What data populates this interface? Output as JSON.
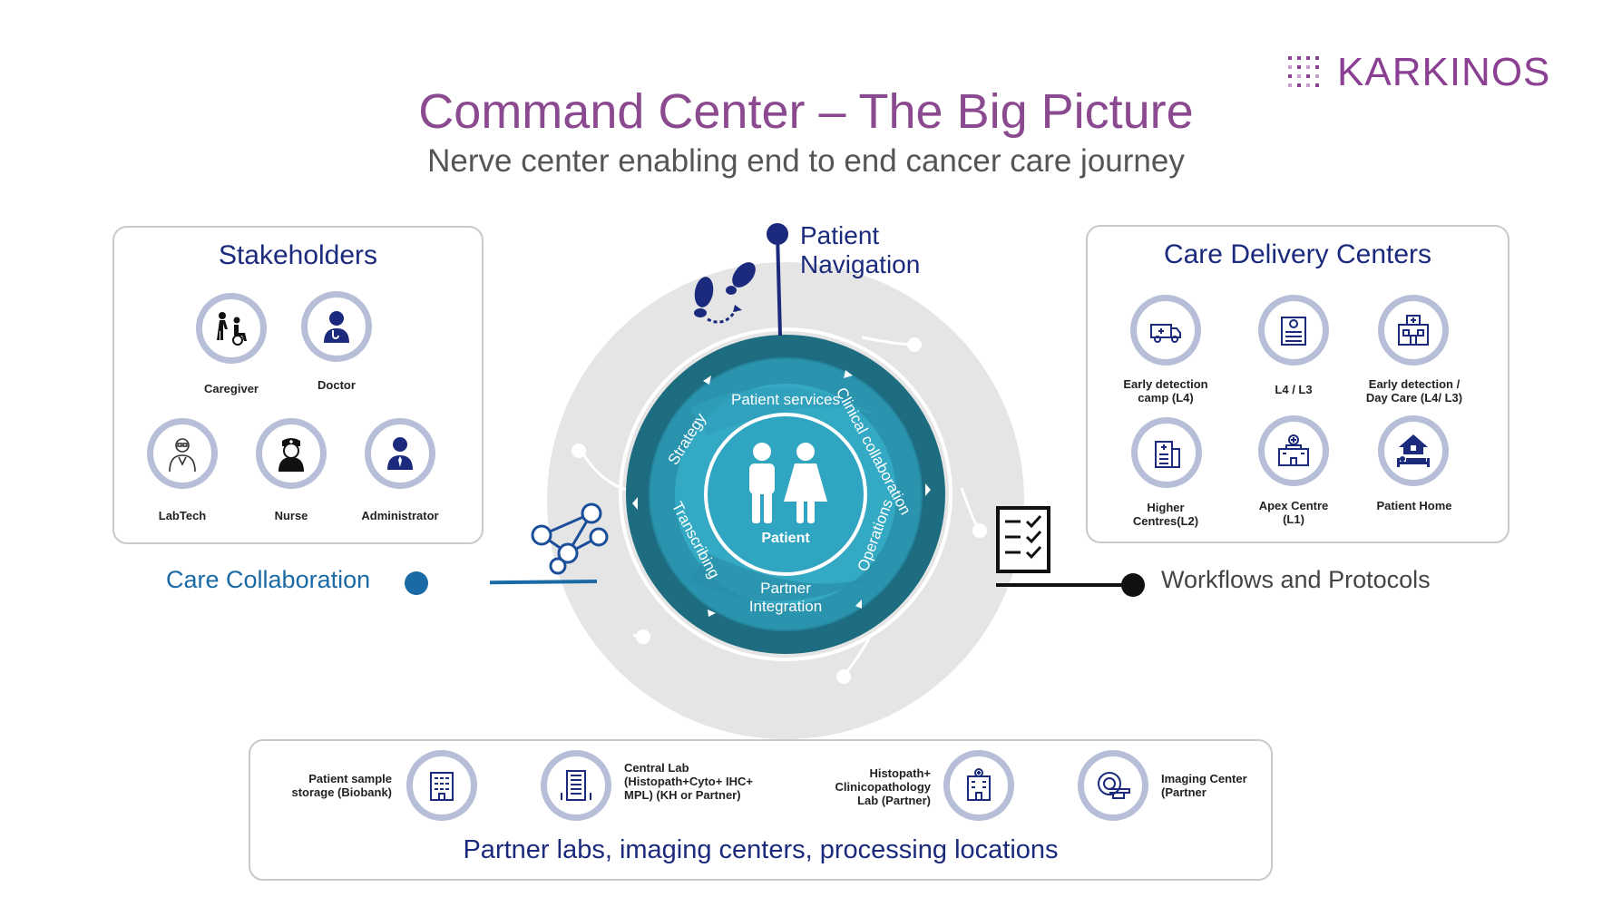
{
  "brand": {
    "name": "KARKINOS",
    "color": "#8a3f93"
  },
  "header": {
    "title": "Command Center – The Big Picture",
    "subtitle": "Nerve center enabling end to end cancer care journey"
  },
  "stakeholders": {
    "title": "Stakeholders",
    "items": [
      {
        "label": "Caregiver",
        "icon": "caregiver-wheelchair-icon"
      },
      {
        "label": "Doctor",
        "icon": "doctor-icon"
      },
      {
        "label": "LabTech",
        "icon": "labtech-icon"
      },
      {
        "label": "Nurse",
        "icon": "nurse-icon"
      },
      {
        "label": "Administrator",
        "icon": "administrator-icon"
      }
    ]
  },
  "care_delivery": {
    "title": "Care Delivery Centers",
    "items": [
      {
        "label": "Early detection camp (L4)",
        "line1": "Early detection",
        "line2": "camp (L4)",
        "icon": "ambulance-icon"
      },
      {
        "label": "L4 / L3",
        "line1": "L4 / L3",
        "line2": "",
        "icon": "clinic-building-icon"
      },
      {
        "label": "Early detection / Day Care (L4/ L3)",
        "line1": "Early detection /",
        "line2": "Day Care (L4/ L3)",
        "icon": "day-care-building-icon"
      },
      {
        "label": "Higher Centres(L2)",
        "line1": "Higher",
        "line2": "Centres(L2)",
        "icon": "higher-centre-building-icon"
      },
      {
        "label": "Apex Centre (L1)",
        "line1": "Apex  Centre",
        "line2": "(L1)",
        "icon": "apex-hospital-icon"
      },
      {
        "label": "Patient Home",
        "line1": "Patient Home",
        "line2": "",
        "icon": "home-bed-icon"
      }
    ]
  },
  "hub": {
    "center_label": "Patient",
    "segments": {
      "top": "Patient services",
      "left_top": "Strategy",
      "right_top": "Clinical collaboration",
      "left_bottom": "Transcribing",
      "right_bottom": "Operations",
      "bottom_line1": "Partner",
      "bottom_line2": "Integration"
    },
    "colors": {
      "outer": "#1d6c80",
      "mid": "#2a93ad",
      "inner": "#3ab6d0",
      "halo": "#e6e5e5"
    }
  },
  "callouts": {
    "patient_navigation_line1": "Patient",
    "patient_navigation_line2": "Navigation",
    "care_collaboration": "Care Collaboration",
    "workflows": "Workflows and Protocols"
  },
  "partners": {
    "caption": "Partner labs, imaging centers, processing locations",
    "items": [
      {
        "line1": "Patient sample",
        "line2": "storage  (Biobank)",
        "line3": "",
        "icon": "biobank-building-icon"
      },
      {
        "line1": "Central Lab",
        "line2": "(Histopath+Cyto+ IHC+",
        "line3": "MPL) (KH or Partner)",
        "icon": "central-lab-building-icon"
      },
      {
        "line1": "Histopath+",
        "line2": "Clinicopathology",
        "line3": "Lab (Partner)",
        "icon": "lab-building-icon"
      },
      {
        "line1": "Imaging Center",
        "line2": "(Partner",
        "line3": "",
        "icon": "mri-scanner-icon"
      }
    ]
  }
}
